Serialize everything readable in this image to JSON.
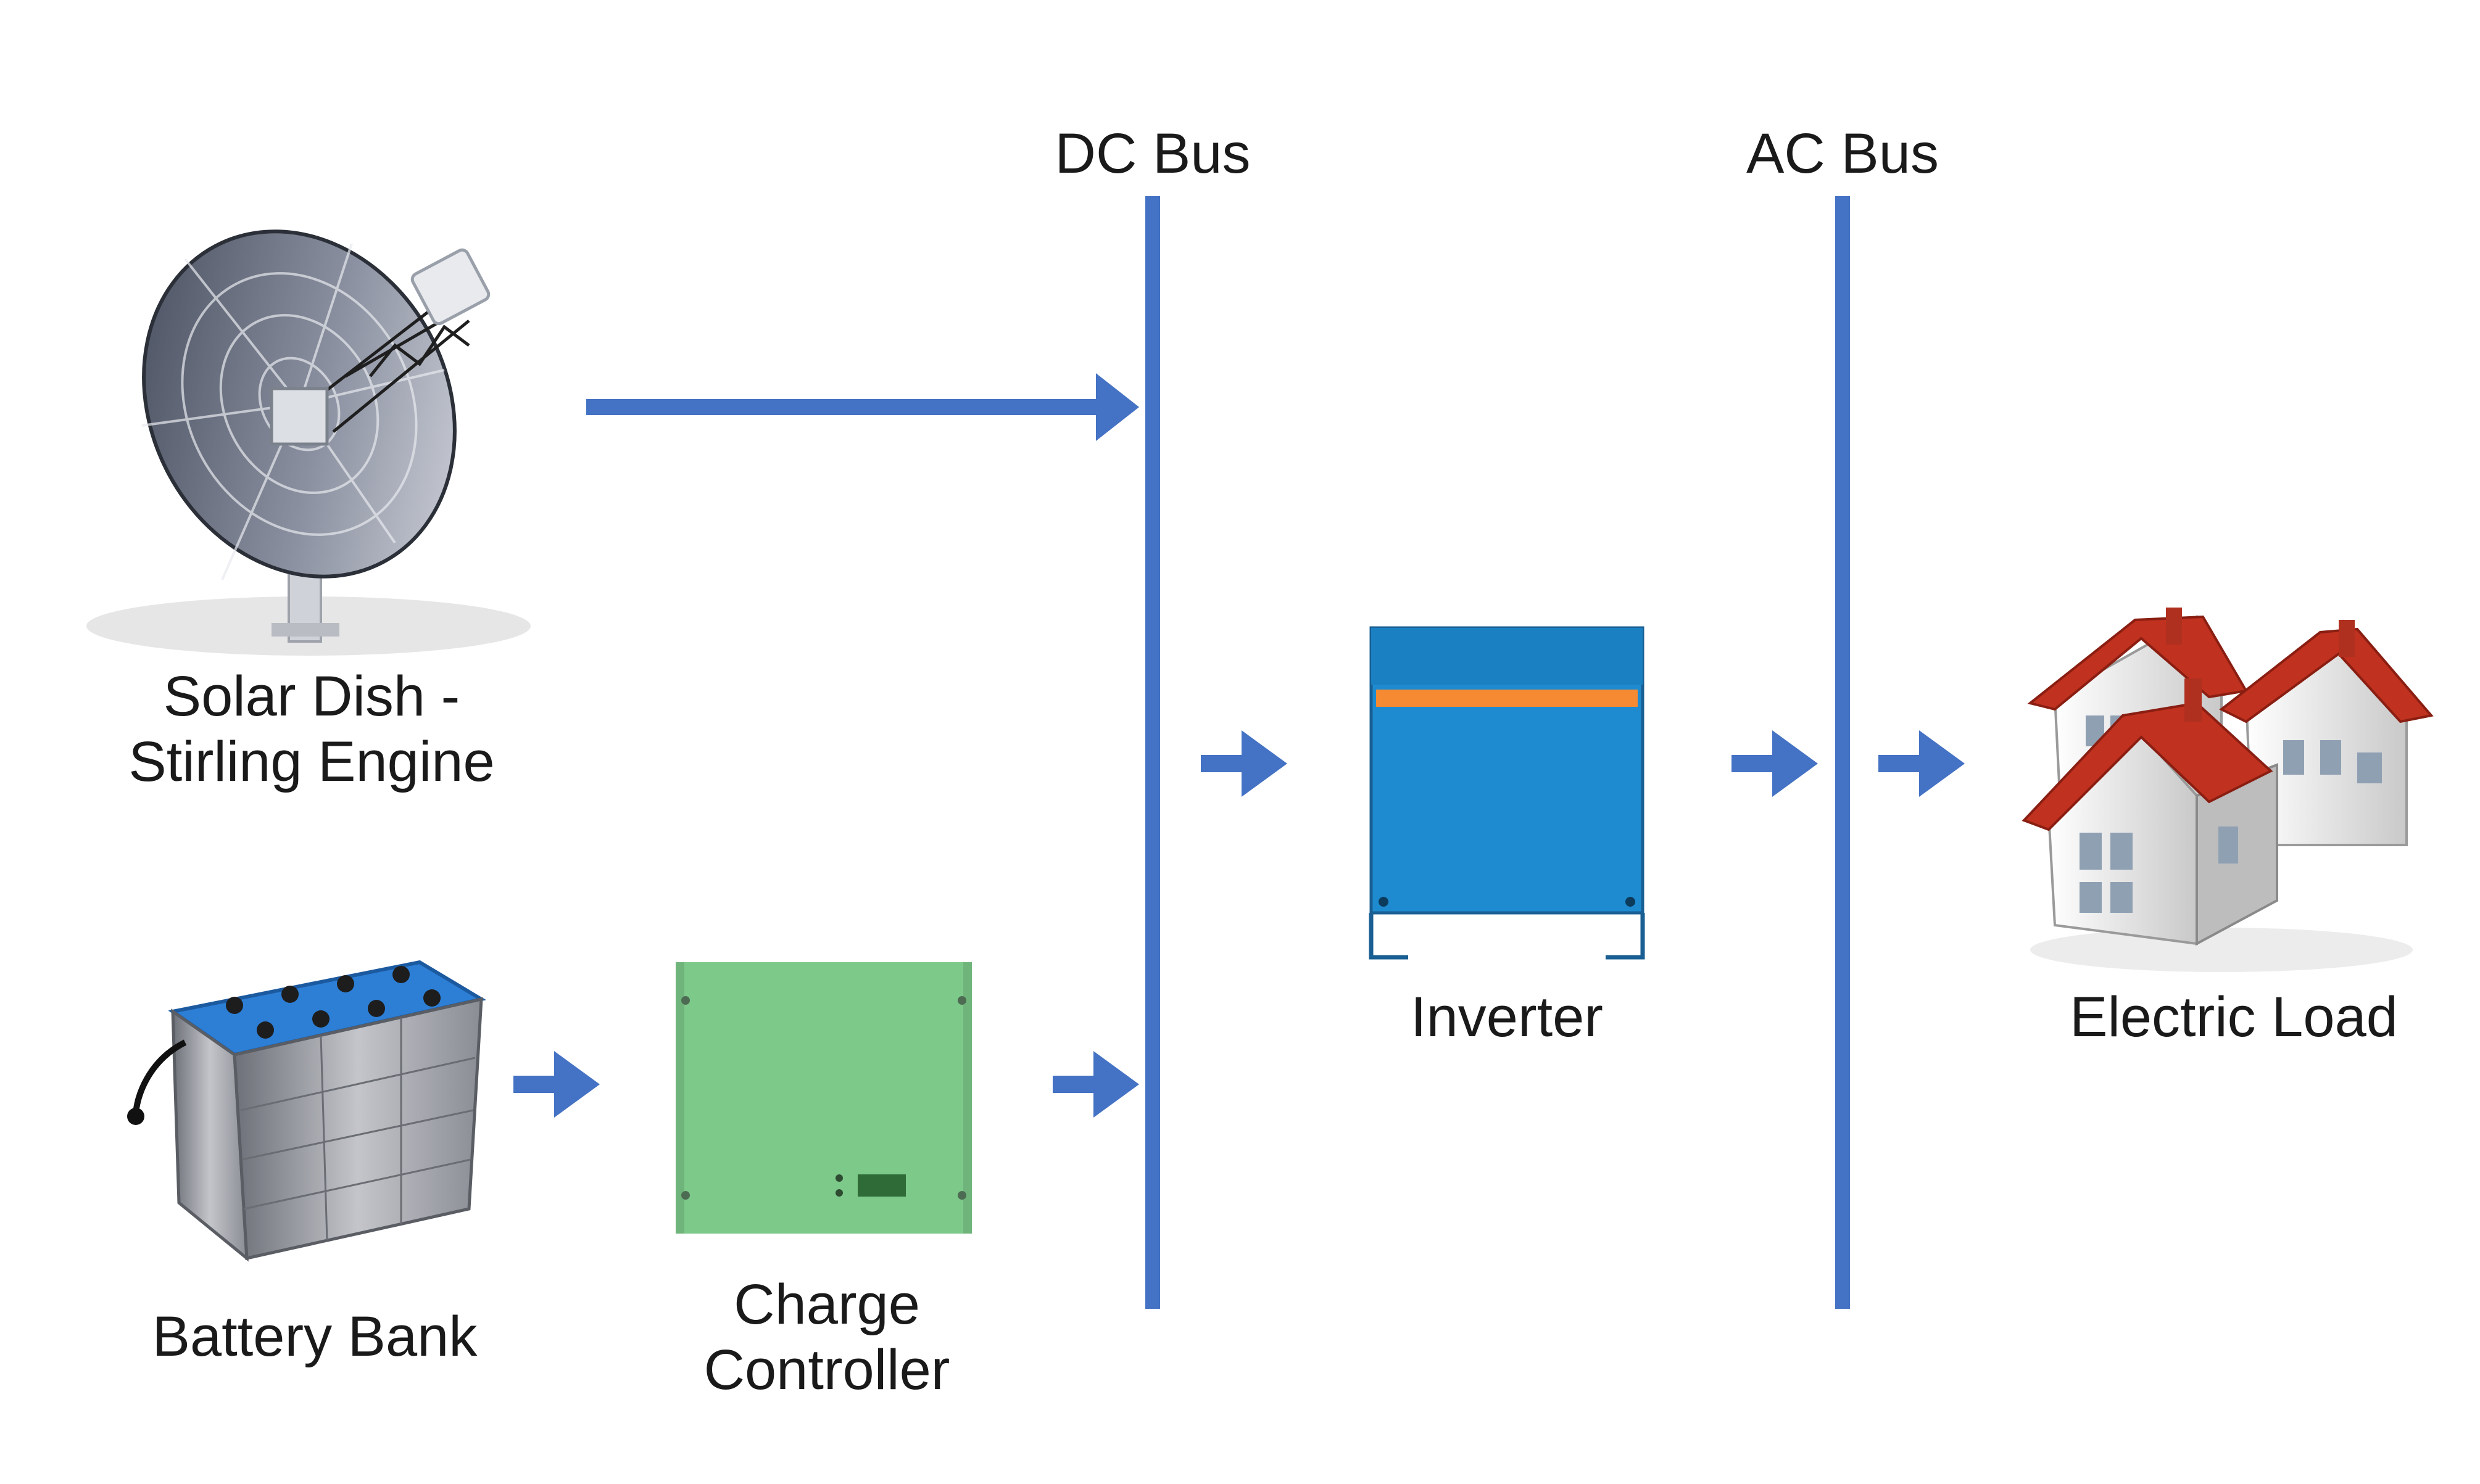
{
  "labels": {
    "dc_bus": "DC Bus",
    "ac_bus": "AC Bus",
    "solar_dish_line1": "Solar Dish -",
    "solar_dish_line2": "Stirling Engine",
    "battery_bank": "Battery Bank",
    "charge_controller_line1": "Charge",
    "charge_controller_line2": "Controller",
    "inverter": "Inverter",
    "electric_load": "Electric Load"
  },
  "colors": {
    "bus_and_arrows": "#4472c4",
    "inverter_body": "#1e8bd0",
    "inverter_stripe": "#f58a32",
    "charge_controller_body": "#7dc98a",
    "battery_top": "#2d7fd6",
    "roof": "#c0311f"
  },
  "icons": [
    "solar-dish-icon",
    "battery-bank-icon",
    "charge-controller-icon",
    "inverter-icon",
    "houses-icon"
  ]
}
